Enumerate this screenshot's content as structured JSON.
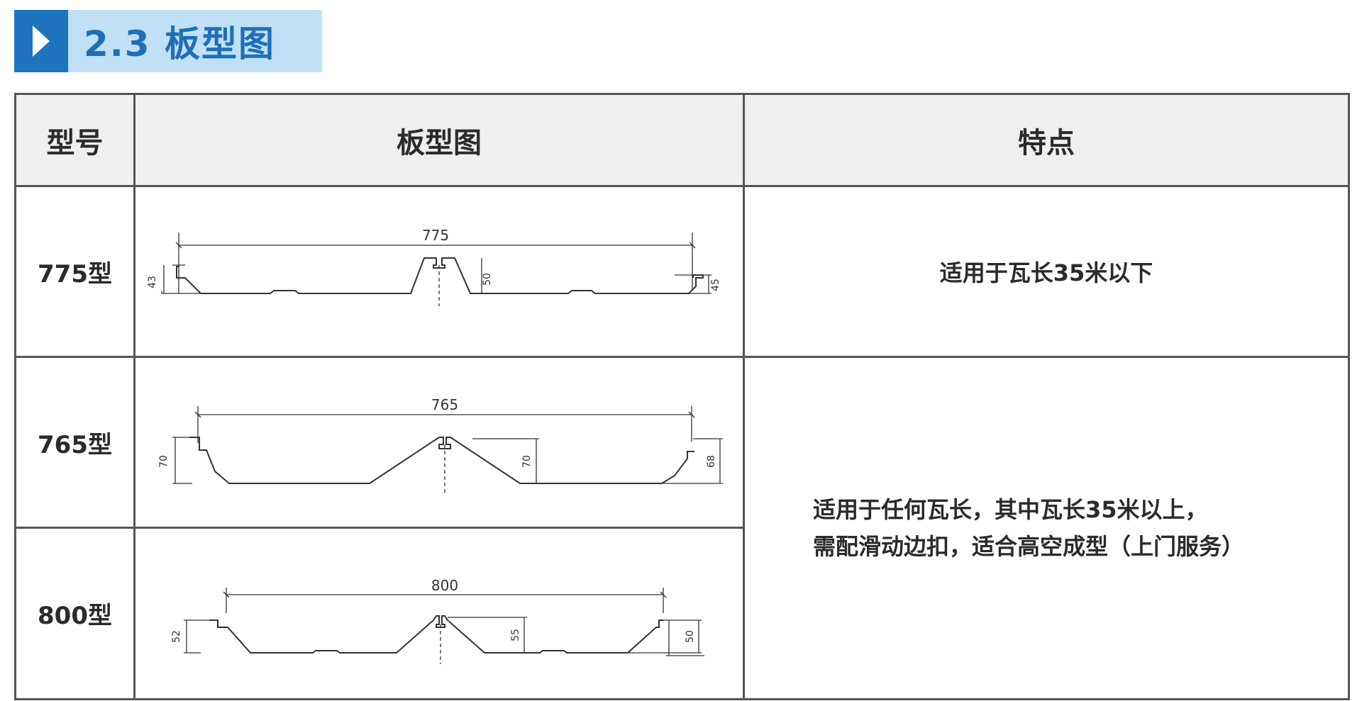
{
  "section": {
    "title": "2.3 板型图"
  },
  "table": {
    "headers": {
      "model": "型号",
      "drawing": "板型图",
      "feature": "特点"
    },
    "rows": [
      {
        "model": "775型",
        "width_label": "775",
        "left_height": "43",
        "mid_height": "50",
        "right_height": "45"
      },
      {
        "model": "765型",
        "width_label": "765",
        "left_height": "70",
        "mid_height": "70",
        "right_height": "68"
      },
      {
        "model": "800型",
        "width_label": "800",
        "left_height": "52",
        "mid_height": "55",
        "right_height": "50"
      }
    ],
    "features": {
      "row1": "适用于瓦长35米以下",
      "rows23": [
        "适用于任何瓦长，其中瓦长35米以上，",
        "需配滑动边扣，适合高空成型（上门服务）"
      ]
    }
  }
}
